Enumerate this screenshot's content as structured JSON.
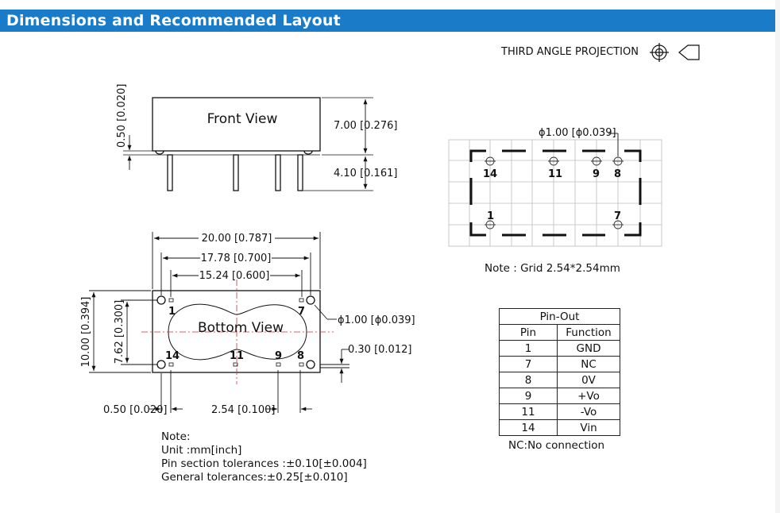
{
  "header": {
    "title": "Dimensions and Recommended Layout"
  },
  "projection_label": "THIRD ANGLE PROJECTION",
  "front_view": {
    "label": "Front View",
    "dim_height": "7.00 [0.276]",
    "dim_pin_length": "4.10 [0.161]",
    "dim_standoff": "0.50 [0.020]"
  },
  "bottom_view": {
    "label": "Bottom View",
    "dim_total_width": "20.00 [0.787]",
    "dim_pin_span_1": "17.78 [0.700]",
    "dim_pin_span_2": "15.24 [0.600]",
    "dim_total_height": "10.00 [0.394]",
    "dim_row_spacing": "7.62 [0.300]",
    "dim_hole": "ϕ1.00 [ϕ0.039]",
    "dim_pin_width": "0.30 [0.012]",
    "dim_edge_offset": "0.50 [0.020]",
    "dim_pitch": "2.54 [0.100]",
    "pins": {
      "p1": "1",
      "p7": "7",
      "p14": "14",
      "p11": "11",
      "p9": "9",
      "p8": "8"
    }
  },
  "layout_view": {
    "dim_hole": "ϕ1.00 [ϕ0.039]",
    "pins": {
      "p14": "14",
      "p11": "11",
      "p9": "9",
      "p8": "8",
      "p1": "1",
      "p7": "7"
    },
    "grid_note": "Note : Grid 2.54*2.54mm"
  },
  "notes": {
    "title": "Note:",
    "unit": "Unit :mm[inch]",
    "pin_tolerance": "Pin section tolerances :±0.10[±0.004]",
    "general_tolerance": "General tolerances:±0.25[±0.010]"
  },
  "pinout": {
    "title": "Pin-Out",
    "col_pin": "Pin",
    "col_function": "Function",
    "rows": [
      {
        "pin": "1",
        "function": "GND"
      },
      {
        "pin": "7",
        "function": "NC"
      },
      {
        "pin": "8",
        "function": "0V"
      },
      {
        "pin": "9",
        "function": "+Vo"
      },
      {
        "pin": "11",
        "function": "-Vo"
      },
      {
        "pin": "14",
        "function": "Vin"
      }
    ],
    "footnote": "NC:No connection"
  }
}
